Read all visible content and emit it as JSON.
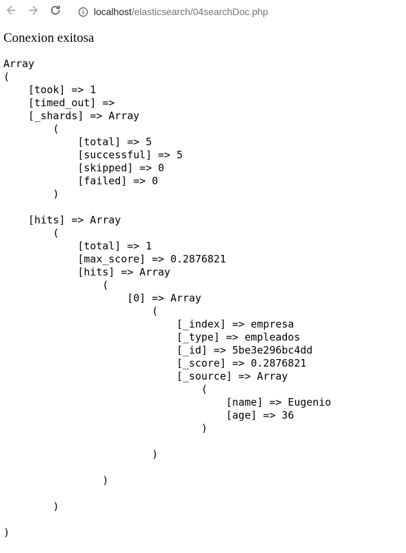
{
  "browser": {
    "url_host": "localhost",
    "url_path": "/elasticsearch/04searchDoc.php",
    "icons": {
      "back": "arrow-back-icon",
      "forward": "arrow-forward-icon",
      "reload": "reload-icon",
      "info": "info-icon"
    }
  },
  "page": {
    "status_text": "Conexion exitosa",
    "dump_lines": [
      "Array",
      "(",
      "    [took] => 1",
      "    [timed_out] => ",
      "    [_shards] => Array",
      "        (",
      "            [total] => 5",
      "            [successful] => 5",
      "            [skipped] => 0",
      "            [failed] => 0",
      "        )",
      "",
      "    [hits] => Array",
      "        (",
      "            [total] => 1",
      "            [max_score] => 0.2876821",
      "            [hits] => Array",
      "                (",
      "                    [0] => Array",
      "                        (",
      "                            [_index] => empresa",
      "                            [_type] => empleados",
      "                            [_id] => 5be3e296bc4dd",
      "                            [_score] => 0.2876821",
      "                            [_source] => Array",
      "                                (",
      "                                    [name] => Eugenio",
      "                                    [age] => 36",
      "                                )",
      "",
      "                        )",
      "",
      "                )",
      "",
      "        )",
      "",
      ")"
    ]
  }
}
